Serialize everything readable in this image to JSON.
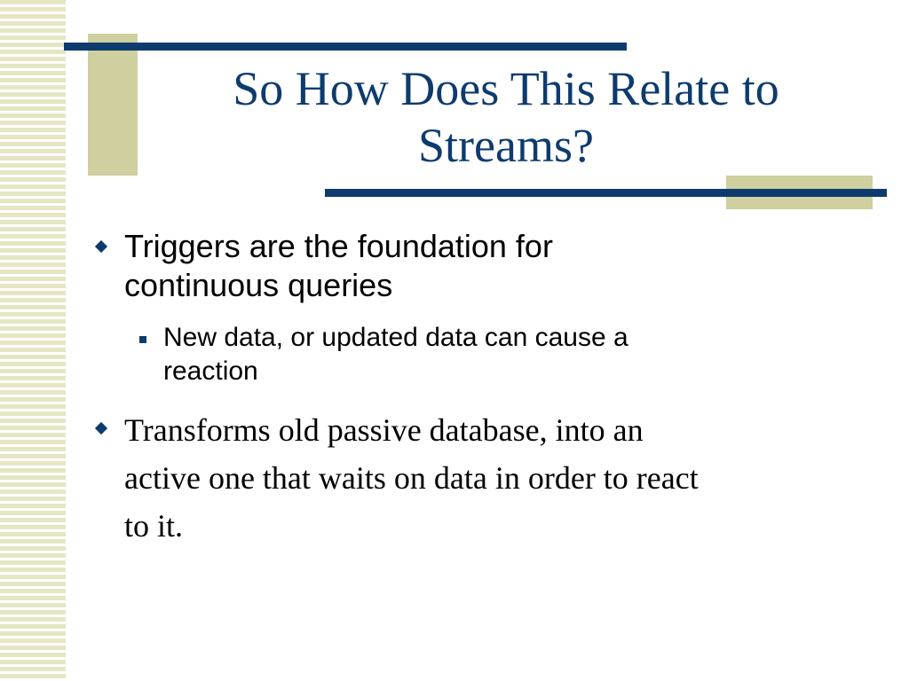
{
  "slide": {
    "title_lines": [
      "So How Does This Relate to",
      "Streams?"
    ],
    "bullets": [
      {
        "lines": [
          "Triggers are the foundation for",
          "continuous queries"
        ],
        "sub_bullets": [
          {
            "lines": [
              "New data, or updated data can cause a",
              "reaction"
            ]
          }
        ]
      },
      {
        "lines": [
          "Transforms old passive database, into an",
          "active one that waits on data in order to react",
          "to it."
        ]
      }
    ]
  },
  "colors": {
    "title_text": "#0d3b6e",
    "rule": "#0d3b6e",
    "accent_block": "#cfcf9f",
    "stripe": "#e6e6c4",
    "bullet": "#0d3b6e",
    "body_text": "#000000"
  },
  "icons": {
    "level1_bullet": "diamond-bullet-icon",
    "level2_bullet": "square-bullet-icon"
  }
}
